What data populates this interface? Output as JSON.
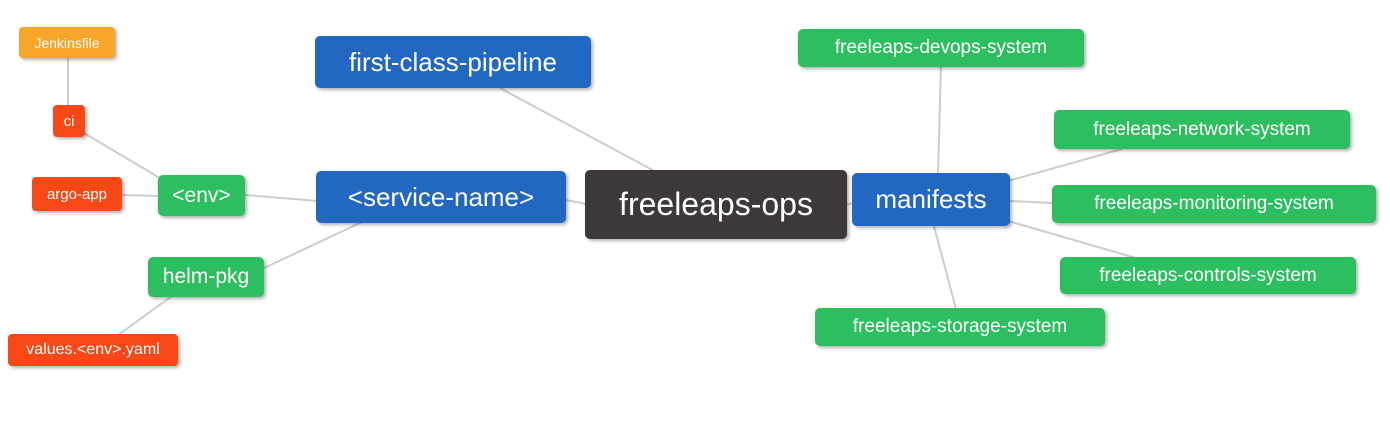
{
  "diagram_title": "freeleaps-ops mind map",
  "palette": {
    "blue": "#2268C2",
    "green": "#2DBE60",
    "red": "#F94716",
    "orange": "#F7A62A",
    "dark": "#3C3938",
    "edge": "#CCCCCC",
    "text": "#FFFFFF",
    "background": "#FFFFFF"
  },
  "nodes": {
    "jenkinsfile": {
      "label": "Jenkinsfile",
      "color": "orange"
    },
    "ci": {
      "label": "ci",
      "color": "red"
    },
    "argo_app": {
      "label": "argo-app",
      "color": "red"
    },
    "env": {
      "label": "<env>",
      "color": "green"
    },
    "helm_pkg": {
      "label": "helm-pkg",
      "color": "green"
    },
    "values_env_yaml": {
      "label": "values.<env>.yaml",
      "color": "red"
    },
    "first_class_pipeline": {
      "label": "first-class-pipeline",
      "color": "blue"
    },
    "service_name": {
      "label": "<service-name>",
      "color": "blue"
    },
    "freeleaps_ops": {
      "label": "freeleaps-ops",
      "color": "dark"
    },
    "manifests": {
      "label": "manifests",
      "color": "blue"
    },
    "devops_system": {
      "label": "freeleaps-devops-system",
      "color": "green"
    },
    "network_system": {
      "label": "freeleaps-network-system",
      "color": "green"
    },
    "monitoring_system": {
      "label": "freeleaps-monitoring-system",
      "color": "green"
    },
    "controls_system": {
      "label": "freeleaps-controls-system",
      "color": "green"
    },
    "storage_system": {
      "label": "freeleaps-storage-system",
      "color": "green"
    }
  },
  "edges": [
    [
      "jenkinsfile",
      "ci"
    ],
    [
      "ci",
      "env"
    ],
    [
      "argo_app",
      "env"
    ],
    [
      "env",
      "service_name"
    ],
    [
      "helm_pkg",
      "service_name"
    ],
    [
      "values_env_yaml",
      "helm_pkg"
    ],
    [
      "first_class_pipeline",
      "freeleaps_ops"
    ],
    [
      "service_name",
      "freeleaps_ops"
    ],
    [
      "freeleaps_ops",
      "manifests"
    ],
    [
      "manifests",
      "devops_system"
    ],
    [
      "manifests",
      "network_system"
    ],
    [
      "manifests",
      "monitoring_system"
    ],
    [
      "manifests",
      "controls_system"
    ],
    [
      "manifests",
      "storage_system"
    ]
  ]
}
